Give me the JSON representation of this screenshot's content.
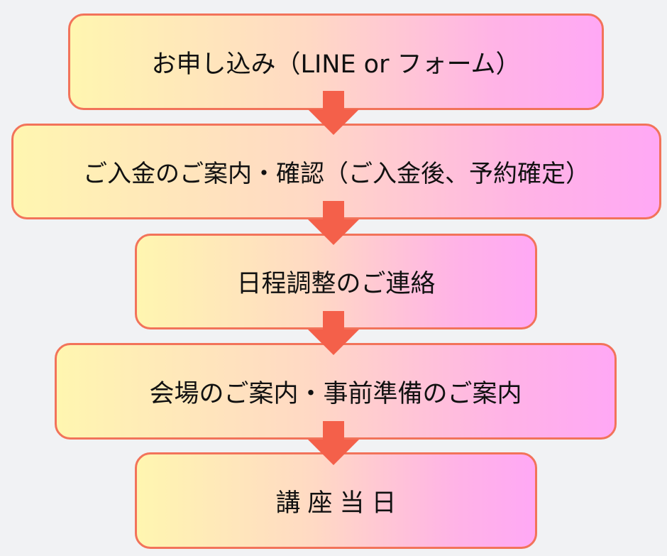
{
  "diagram": {
    "steps": [
      {
        "label": "お申し込み（LINE or フォーム）"
      },
      {
        "label": "ご入金のご案内・確認（ご入金後、予約確定）"
      },
      {
        "label": "日程調整のご連絡"
      },
      {
        "label": "会場のご案内・事前準備のご案内"
      },
      {
        "label": "講座当日"
      }
    ],
    "colors": {
      "border": "#f2735a",
      "arrow": "#f4604a",
      "gradient_start": "#fff6b0",
      "gradient_end": "#ffa8f5",
      "background": "#f1f2f4"
    }
  }
}
